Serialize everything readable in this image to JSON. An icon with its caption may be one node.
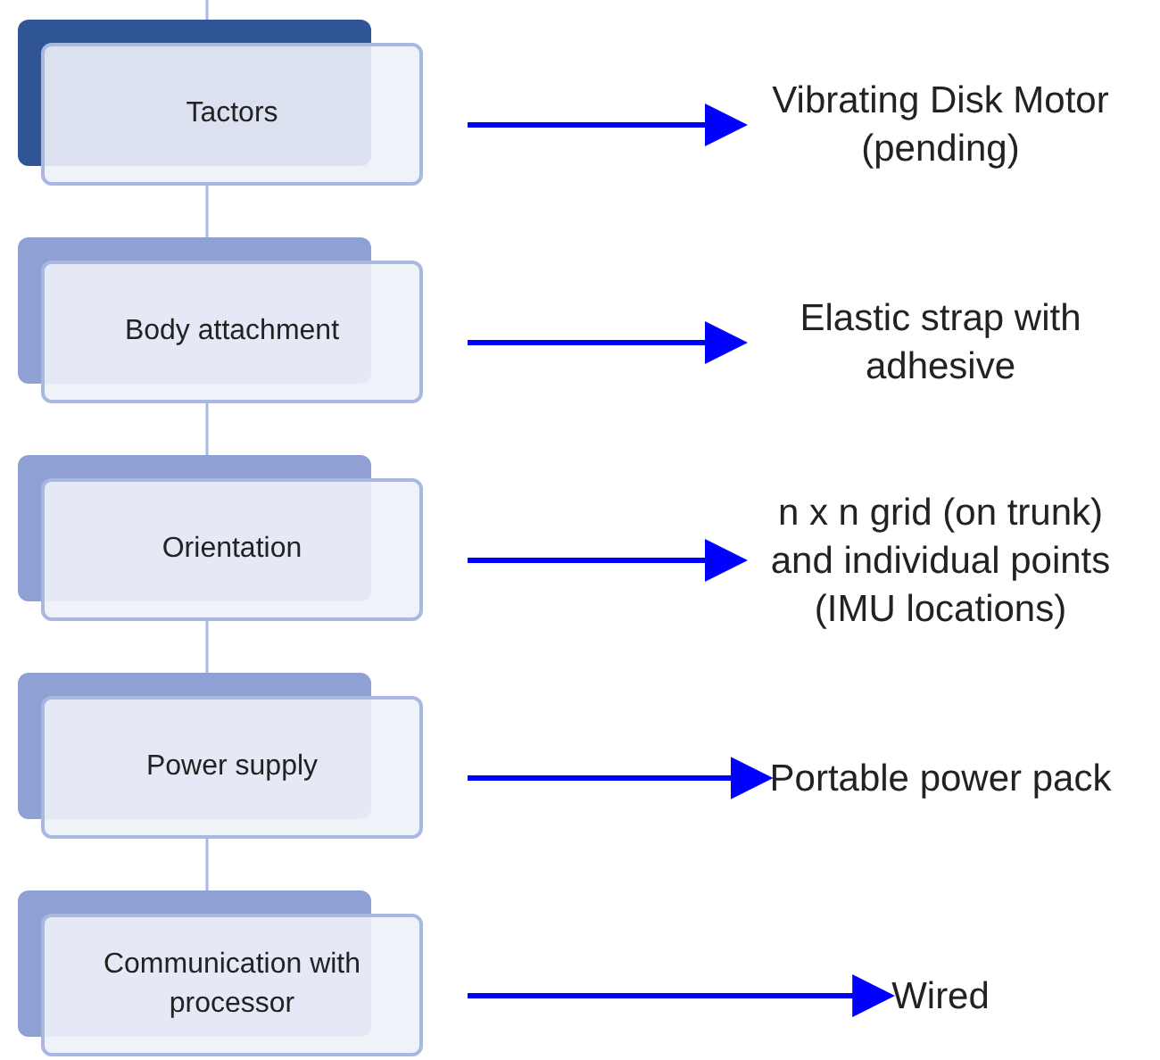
{
  "diagram": {
    "nodes": [
      {
        "text": [
          "Tactors"
        ]
      },
      {
        "text": [
          "Body attachment"
        ]
      },
      {
        "text": [
          "Orientation"
        ]
      },
      {
        "text": [
          "Power supply"
        ]
      },
      {
        "text": [
          "Communication with processor"
        ]
      },
      {
        "text": [
          "Vibrating Disk Motor (pending)"
        ]
      },
      {
        "text": [
          "Elastic strap with adhesive"
        ]
      },
      {
        "text": [
          "n x n grid (on trunk) and individual points (IMU locations)"
        ]
      },
      {
        "text": [
          "Portable power pack"
        ]
      },
      {
        "text": [
          "Wired"
        ]
      }
    ],
    "edges": [
      {
        "from": null,
        "to": 0,
        "arrow": "none",
        "color": "#a9b8e0"
      },
      {
        "from": 0,
        "to": 1,
        "arrow": "none",
        "color": "#a9b8e0"
      },
      {
        "from": 1,
        "to": 2,
        "arrow": "none",
        "color": "#a9b8e0"
      },
      {
        "from": 2,
        "to": 3,
        "arrow": "none",
        "color": "#a9b8e0"
      },
      {
        "from": 3,
        "to": 4,
        "arrow": "none",
        "color": "#a9b8e0"
      },
      {
        "from": 0,
        "to": 5,
        "arrow": "to",
        "style": "thick",
        "color": "#0000ff"
      },
      {
        "from": 1,
        "to": 6,
        "arrow": "to",
        "style": "thick",
        "color": "#0000ff"
      },
      {
        "from": 2,
        "to": 7,
        "arrow": "to",
        "style": "thick",
        "color": "#0000ff"
      },
      {
        "from": 3,
        "to": 8,
        "arrow": "to",
        "style": "thick",
        "color": "#0000ff"
      },
      {
        "from": 4,
        "to": 9,
        "arrow": "to",
        "style": "thick",
        "color": "#0000ff"
      }
    ]
  }
}
